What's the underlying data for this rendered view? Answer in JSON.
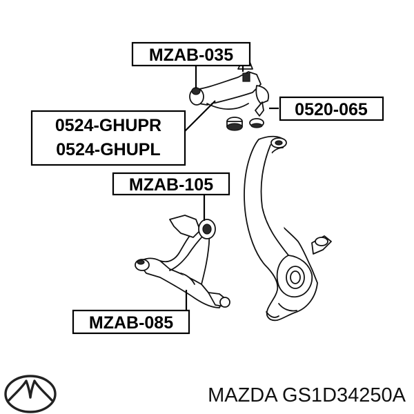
{
  "callouts": {
    "upper_arm_bushing": "MZAB-035",
    "upper_arm_right": "0524-GHUPR",
    "upper_arm_left": "0524-GHUPL",
    "ball_joint_bushing": "0520-065",
    "lower_arm_rear_bushing": "MZAB-105",
    "lower_arm_front_bushing": "MZAB-085"
  },
  "footer": {
    "brand_part": "MAZDA GS1D34250A"
  },
  "icons": {
    "brand_logo": "mazda-logo-icon"
  }
}
